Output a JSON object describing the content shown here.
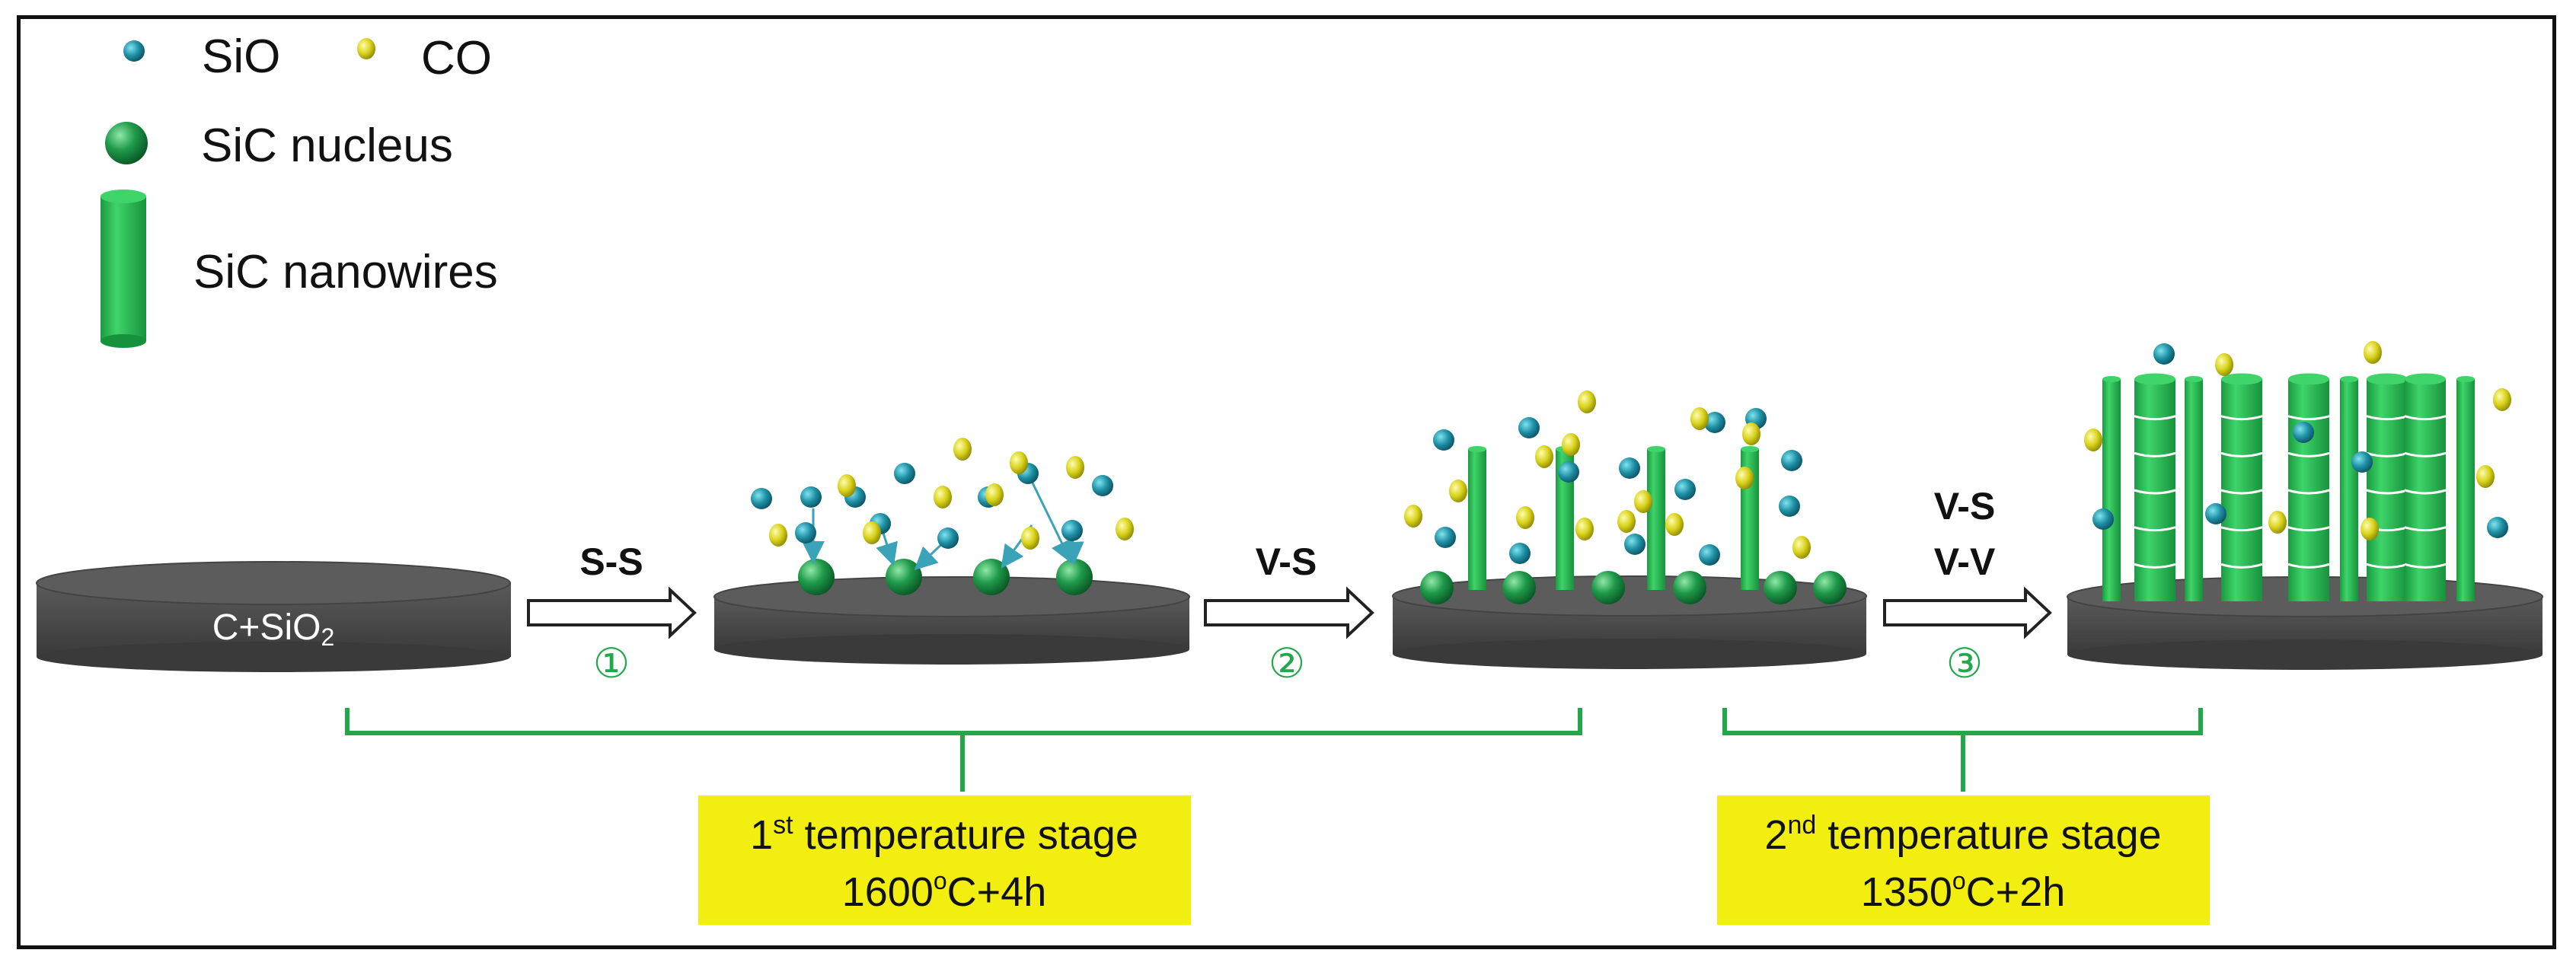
{
  "legend": {
    "sio_label": "SiO",
    "co_label": "CO",
    "nucleus_label": "SiC nucleus",
    "nanowires_label": "SiC nanowires"
  },
  "substrate_label": "C+SiO",
  "substrate_label_sub": "2",
  "steps": [
    {
      "mechanism": "S-S",
      "mechanism2": "",
      "number": "①"
    },
    {
      "mechanism": "V-S",
      "mechanism2": "",
      "number": "②"
    },
    {
      "mechanism": "V-S",
      "mechanism2": "V-V",
      "number": "③"
    }
  ],
  "stages": [
    {
      "ordinal": "1",
      "sup": "st",
      "title": " temperature stage",
      "cond_pre": "1600",
      "deg": "o",
      "cond_post": "C+4h"
    },
    {
      "ordinal": "2",
      "sup": "nd",
      "title": " temperature stage",
      "cond_pre": "1350",
      "deg": "o",
      "cond_post": "C+2h"
    }
  ],
  "colors": {
    "sio": "#1e8fa3",
    "co": "#d9d21a",
    "nucleus": "#1f9a4a",
    "nanowire": "#22b24c",
    "disc": "#4a4a4a",
    "bracket": "#22a84a",
    "stage_box": "#f2ee0f",
    "step_number": "#22a84a"
  }
}
